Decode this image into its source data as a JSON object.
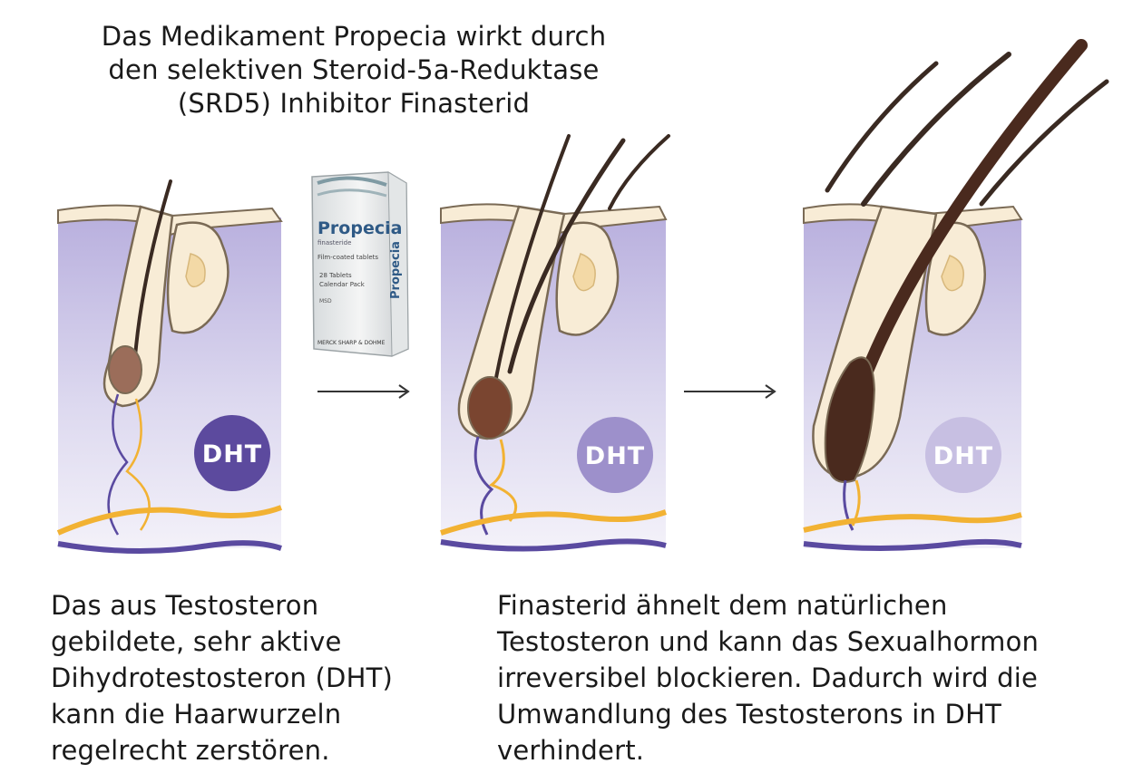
{
  "title_lines": [
    "Das Medikament Propecia wirkt durch",
    "den selektiven Steroid-5a-Reduktase",
    "(SRD5) Inhibitor Finasterid"
  ],
  "left_caption_lines": [
    "Das aus Testosteron",
    "gebildete, sehr aktive",
    "Dihydrotestosteron (DHT)",
    "kann die Haarwurzeln",
    "regelrecht zerstören."
  ],
  "right_caption_lines": [
    "Finasterid ähnelt dem natürlichen",
    "Testosteron und kann das Sexualhormon",
    "irreversibel blockieren. Dadurch wird die",
    "Umwandlung des Testosterons in DHT",
    "verhindert."
  ],
  "dht_label": "DHT",
  "package": {
    "brand": "Propecia",
    "lines": [
      "finasteride",
      "Film-coated tablets",
      "28 Tablets",
      "Calendar Pack",
      "MSD",
      "MERCK SHARP & DOHME"
    ]
  },
  "colors": {
    "skin": "#f8ecd6",
    "outline": "#7a6a55",
    "tissue_top": "#e8e4f4",
    "tissue_bottom": "#c9c2e6",
    "dht_panel1": "#5c4a9e",
    "dht_panel2": "#9d90cb",
    "dht_panel3": "#c7bfe2",
    "hair": "#4a2a1e",
    "vessel_orange": "#f2b233",
    "vessel_purple": "#5a4aa0"
  }
}
